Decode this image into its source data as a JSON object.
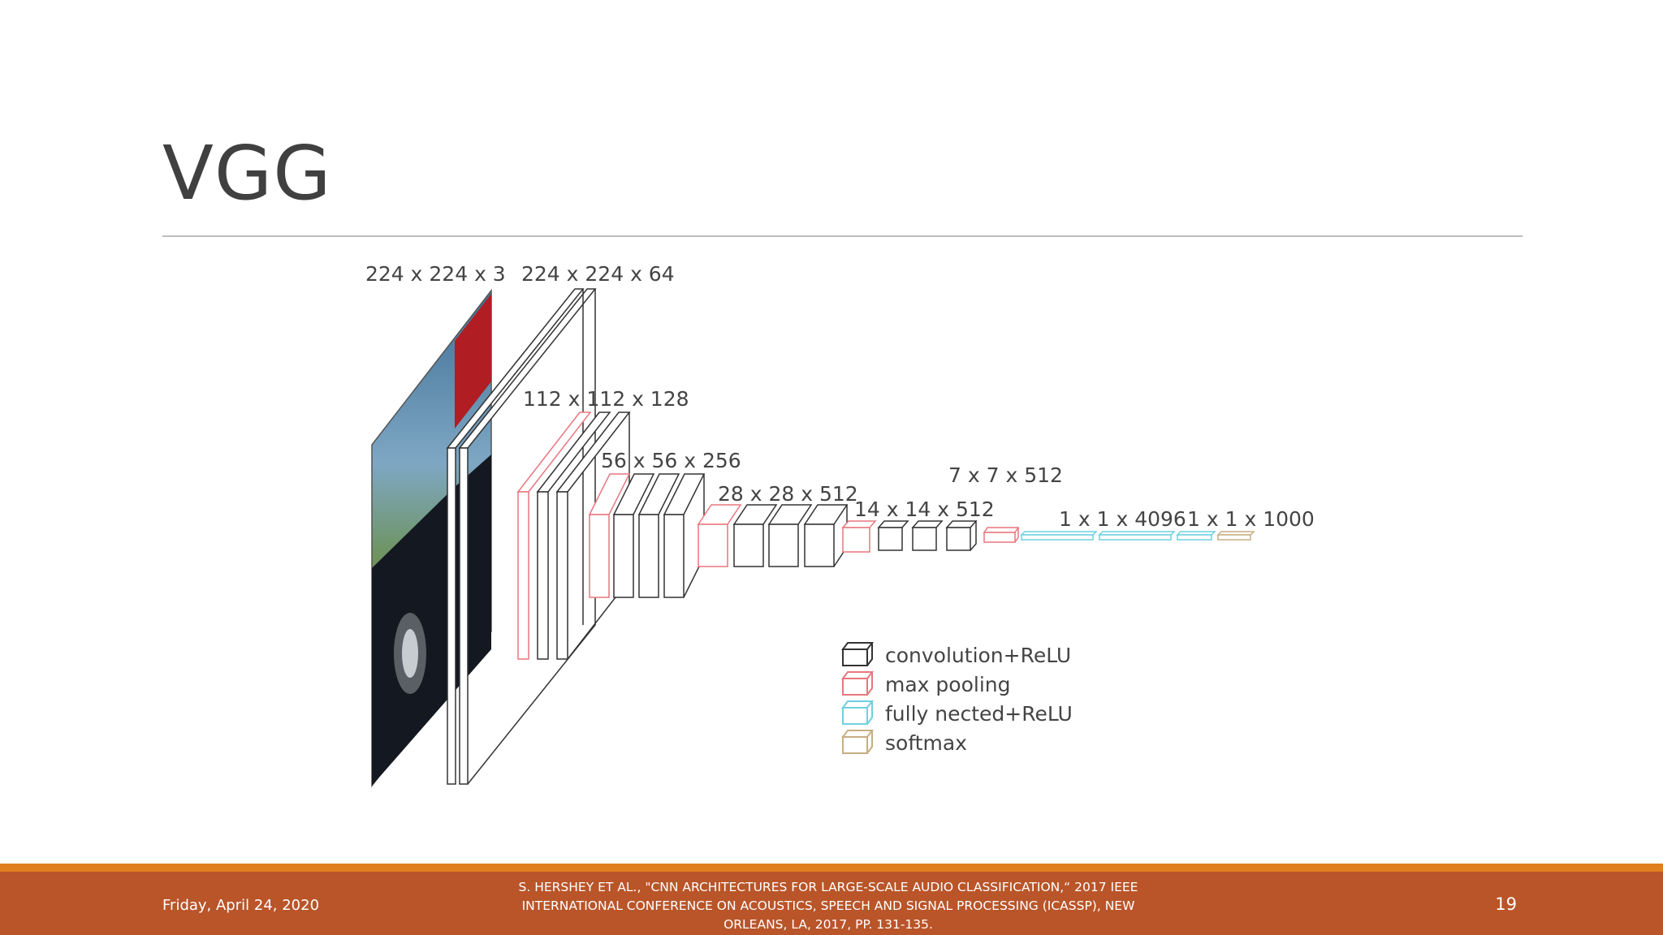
{
  "slide": {
    "title": "VGG",
    "footer": {
      "date": "Friday, April 24, 2020",
      "citation": "S. HERSHEY ET AL., \"CNN ARCHITECTURES FOR LARGE-SCALE AUDIO CLASSIFICATION,“ 2017 IEEE INTERNATIONAL CONFERENCE ON ACOUSTICS, SPEECH AND SIGNAL PROCESSING (ICASSP), NEW ORLEANS, LA, 2017, PP. 131-135.",
      "page_number": "19"
    }
  },
  "diagram": {
    "labels": {
      "input": "224 x 224 x 3",
      "conv1": "224 x 224 x 64",
      "conv2": "112 x 112 x 128",
      "conv3": "56 x 56 x 256",
      "conv4": "28 x 28 x 512",
      "conv5": "14 x 14 x 512",
      "pool5": "7 x 7 x 512",
      "fc": "1 x 1 x 4096",
      "softmax": "1 x 1 x 1000"
    },
    "legend": [
      {
        "label": "convolution+ReLU",
        "color": "#333333"
      },
      {
        "label": "max pooling",
        "color": "#e8777f"
      },
      {
        "label": "fully nected+ReLU",
        "color": "#6fd0e0"
      },
      {
        "label": "softmax",
        "color": "#c8ae82"
      }
    ]
  }
}
